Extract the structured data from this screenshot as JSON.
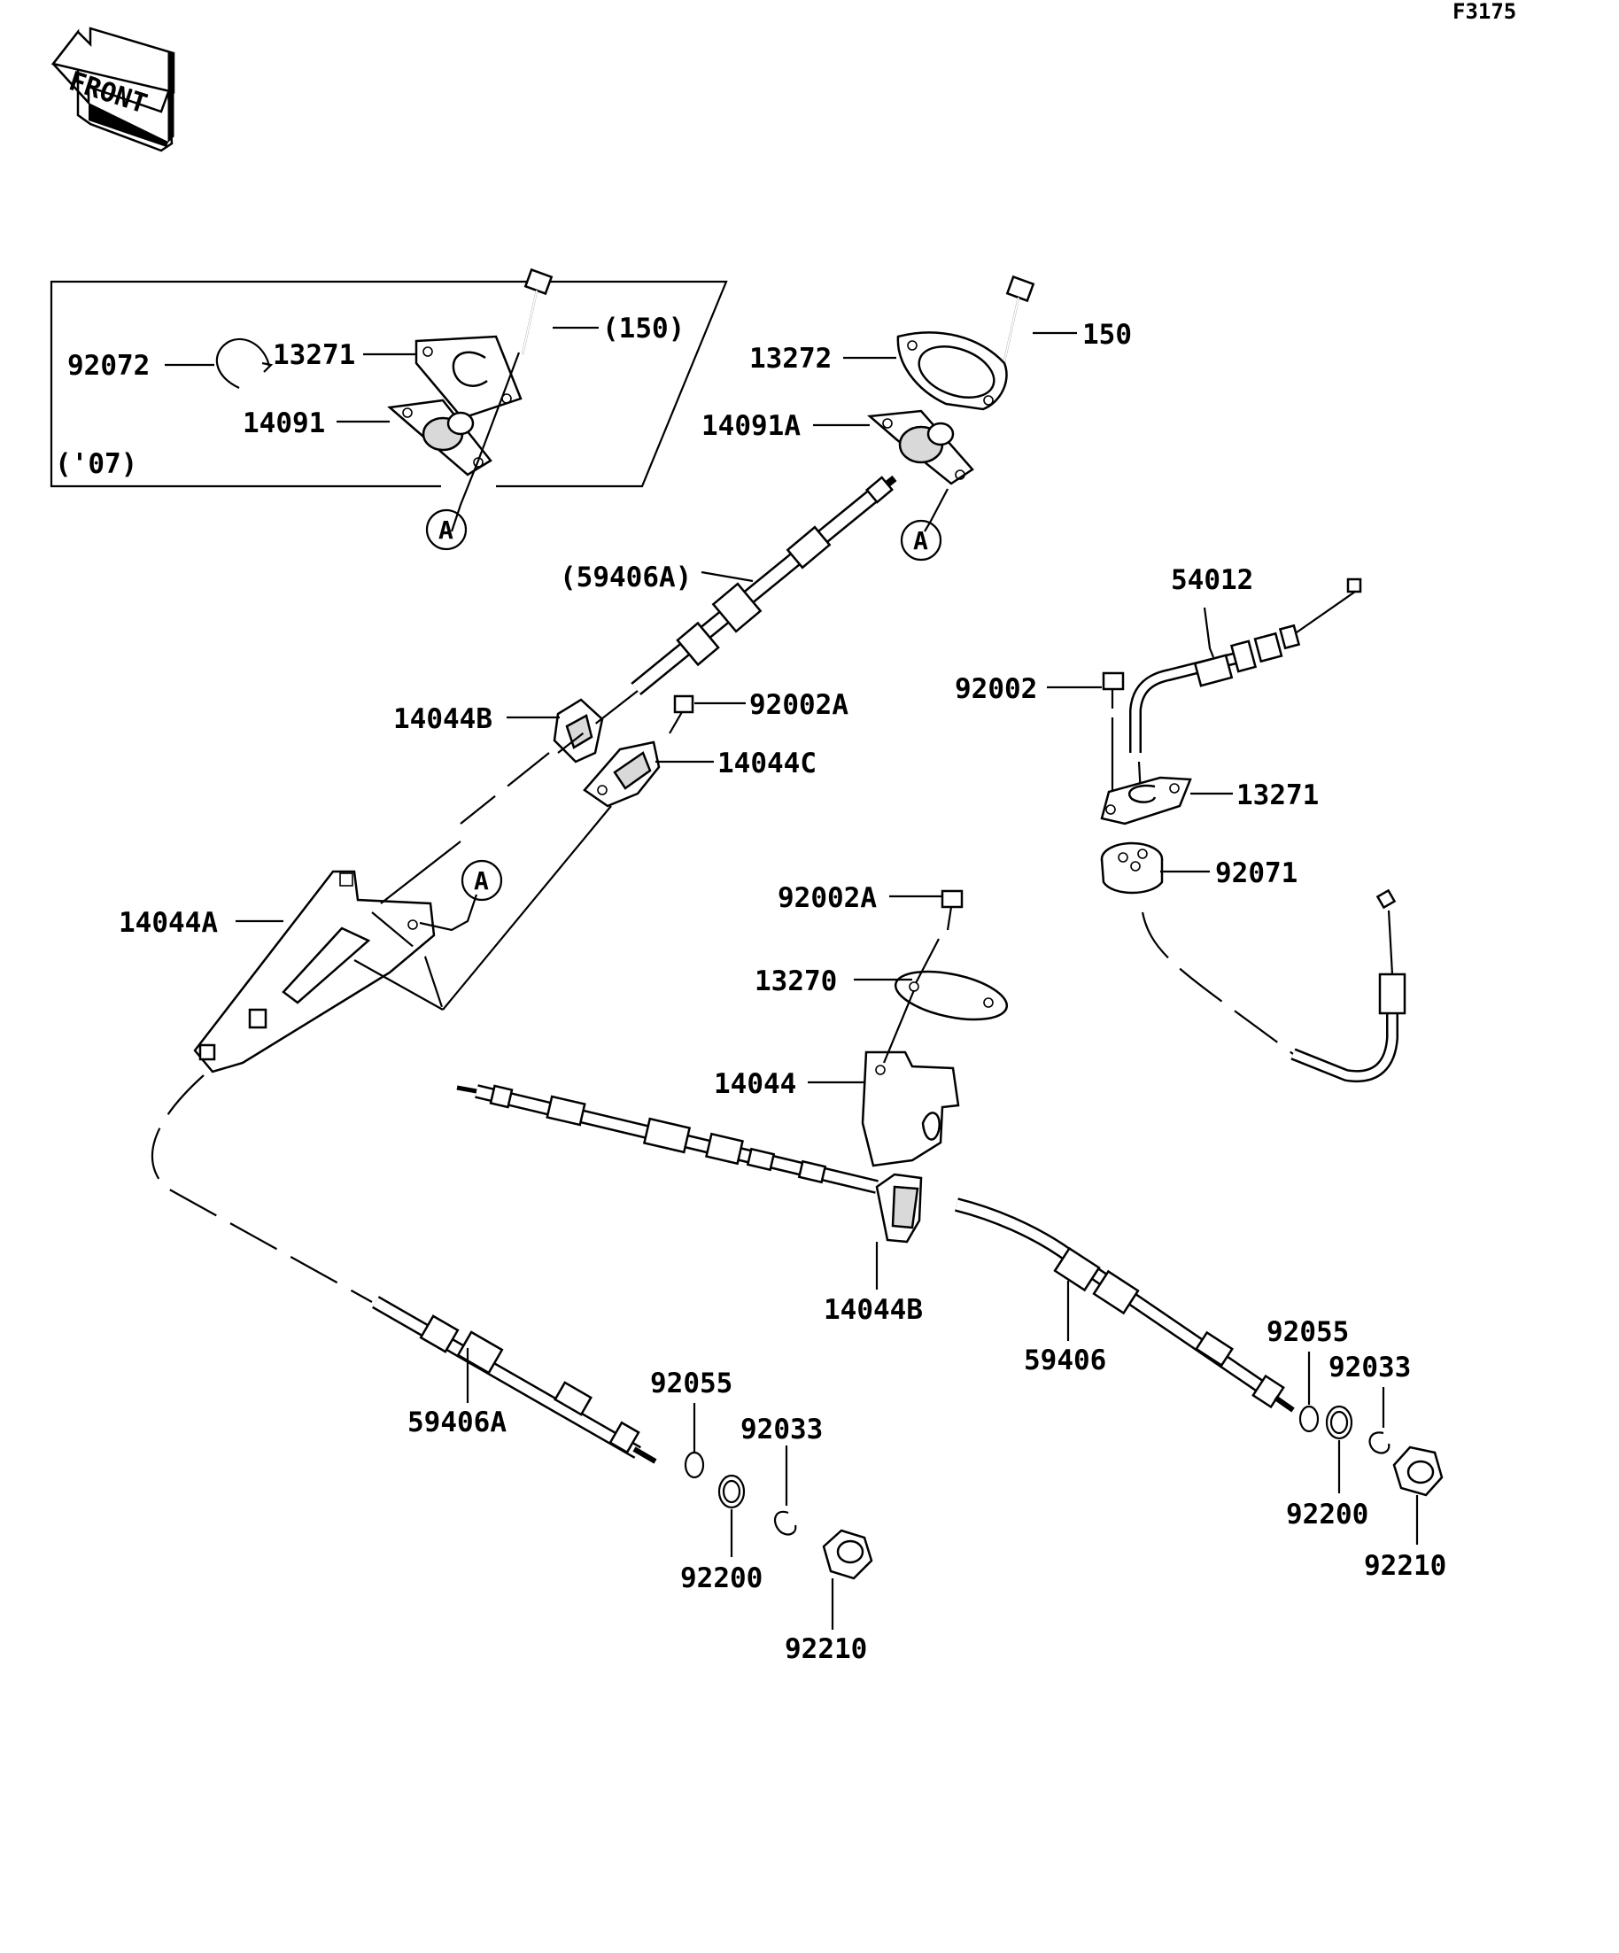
{
  "sheet_ref": "F3175",
  "front_label": "FRONT",
  "inset_year": "('07)",
  "ref_circle": "A",
  "labels": {
    "l92072": "92072",
    "l13271a": "13271",
    "l150a": "(150)",
    "l14091": "14091",
    "l13272": "13272",
    "l150b": "150",
    "l14091A": "14091A",
    "l59406Aa": "(59406A)",
    "l54012": "54012",
    "l14044Ba": "14044B",
    "l92002Aa": "92002A",
    "l14044C": "14044C",
    "l92002": "92002",
    "l13271b": "13271",
    "l92071": "92071",
    "l14044A": "14044A",
    "l92002Ab": "92002A",
    "l13270": "13270",
    "l14044": "14044",
    "l14044Bb": "14044B",
    "l59406": "59406",
    "l92055a": "92055",
    "l92033a": "92033",
    "l92200a": "92200",
    "l92210a": "92210",
    "l59406Ab": "59406A",
    "l92055b": "92055",
    "l92033b": "92033",
    "l92200b": "92200",
    "l92210b": "92210"
  }
}
